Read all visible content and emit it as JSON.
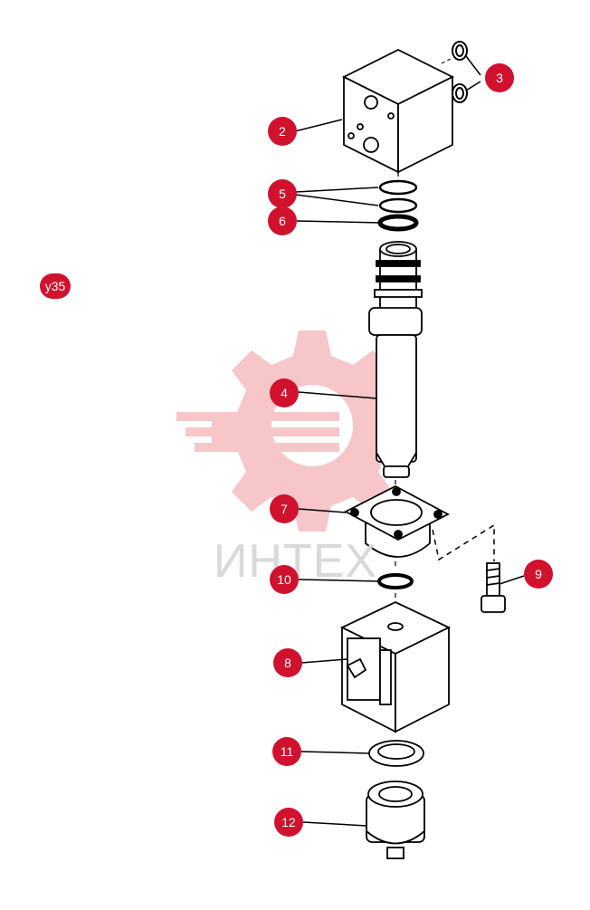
{
  "figure_label": "у35",
  "watermark": {
    "text": "ИНТЕХ"
  },
  "colors": {
    "callout": "#d0122e",
    "watermark": "#f3b3b8",
    "line": "#000000"
  },
  "callouts": [
    {
      "id": "2",
      "label": "2"
    },
    {
      "id": "3",
      "label": "3"
    },
    {
      "id": "4",
      "label": "4"
    },
    {
      "id": "5",
      "label": "5"
    },
    {
      "id": "6",
      "label": "6"
    },
    {
      "id": "7",
      "label": "7"
    },
    {
      "id": "8",
      "label": "8"
    },
    {
      "id": "9",
      "label": "9"
    },
    {
      "id": "10",
      "label": "10"
    },
    {
      "id": "11",
      "label": "11"
    },
    {
      "id": "12",
      "label": "12"
    }
  ]
}
